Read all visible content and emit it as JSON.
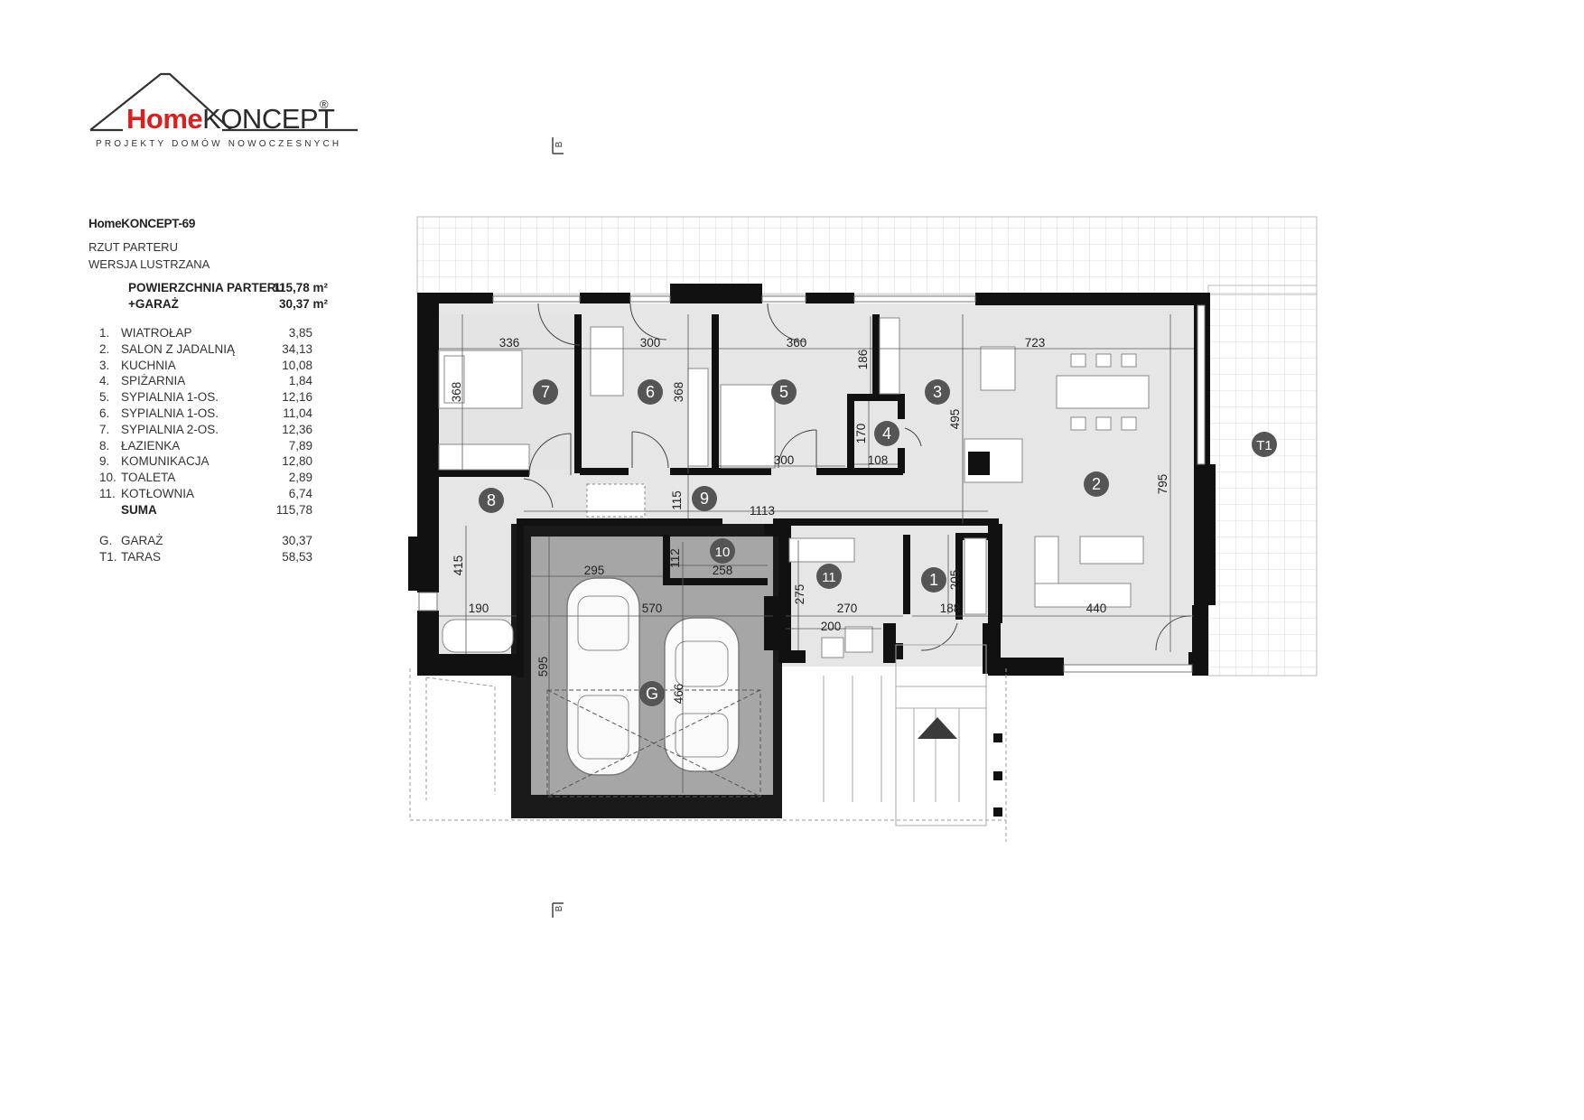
{
  "logo": {
    "brand_home": "Home",
    "brand_koncept": "KONCEPT",
    "registered": "®",
    "tagline": "PROJEKTY DOMÓW NOWOCZESNYCH",
    "brand_color": "#d8201f"
  },
  "project": {
    "name": "HomeKONCEPT-69",
    "subtitle_1": "RZUT PARTERU",
    "subtitle_2": "WERSJA LUSTRZANA"
  },
  "summary": [
    {
      "label": "POWIERZCHNIA PARTERU",
      "value": "115,78 m²"
    },
    {
      "label": "+GARAŻ",
      "value": "30,37 m²"
    }
  ],
  "rooms": [
    {
      "num": "1.",
      "name": "WIATROŁAP",
      "area": "3,85"
    },
    {
      "num": "2.",
      "name": "SALON Z JADALNIĄ",
      "area": "34,13"
    },
    {
      "num": "3.",
      "name": "KUCHNIA",
      "area": "10,08"
    },
    {
      "num": "4.",
      "name": "SPIŻARNIA",
      "area": "1,84"
    },
    {
      "num": "5.",
      "name": "SYPIALNIA 1-OS.",
      "area": "12,16"
    },
    {
      "num": "6.",
      "name": "SYPIALNIA 1-OS.",
      "area": "11,04"
    },
    {
      "num": "7.",
      "name": "SYPIALNIA 2-OS.",
      "area": "12,36"
    },
    {
      "num": "8.",
      "name": "ŁAZIENKA",
      "area": "7,89"
    },
    {
      "num": "9.",
      "name": "KOMUNIKACJA",
      "area": "12,80"
    },
    {
      "num": "10.",
      "name": "TOALETA",
      "area": "2,89"
    },
    {
      "num": "11.",
      "name": "KOTŁOWNIA",
      "area": "6,74"
    }
  ],
  "sum": {
    "label": "SUMA",
    "value": "115,78"
  },
  "extra": [
    {
      "num": "G.",
      "name": "GARAŻ",
      "area": "30,37"
    },
    {
      "num": "T1.",
      "name": "TARAS",
      "area": "58,53"
    }
  ],
  "section_marker": "B",
  "plan": {
    "room_markers": [
      "1",
      "2",
      "3",
      "4",
      "5",
      "6",
      "7",
      "8",
      "9",
      "10",
      "11",
      "G",
      "T1"
    ],
    "dimensions": [
      "336",
      "300",
      "360",
      "723",
      "186",
      "368",
      "368",
      "495",
      "170",
      "108",
      "300",
      "795",
      "115",
      "1113",
      "415",
      "112",
      "258",
      "295",
      "570",
      "275",
      "270",
      "200",
      "188",
      "205",
      "440",
      "190",
      "595",
      "466"
    ]
  }
}
